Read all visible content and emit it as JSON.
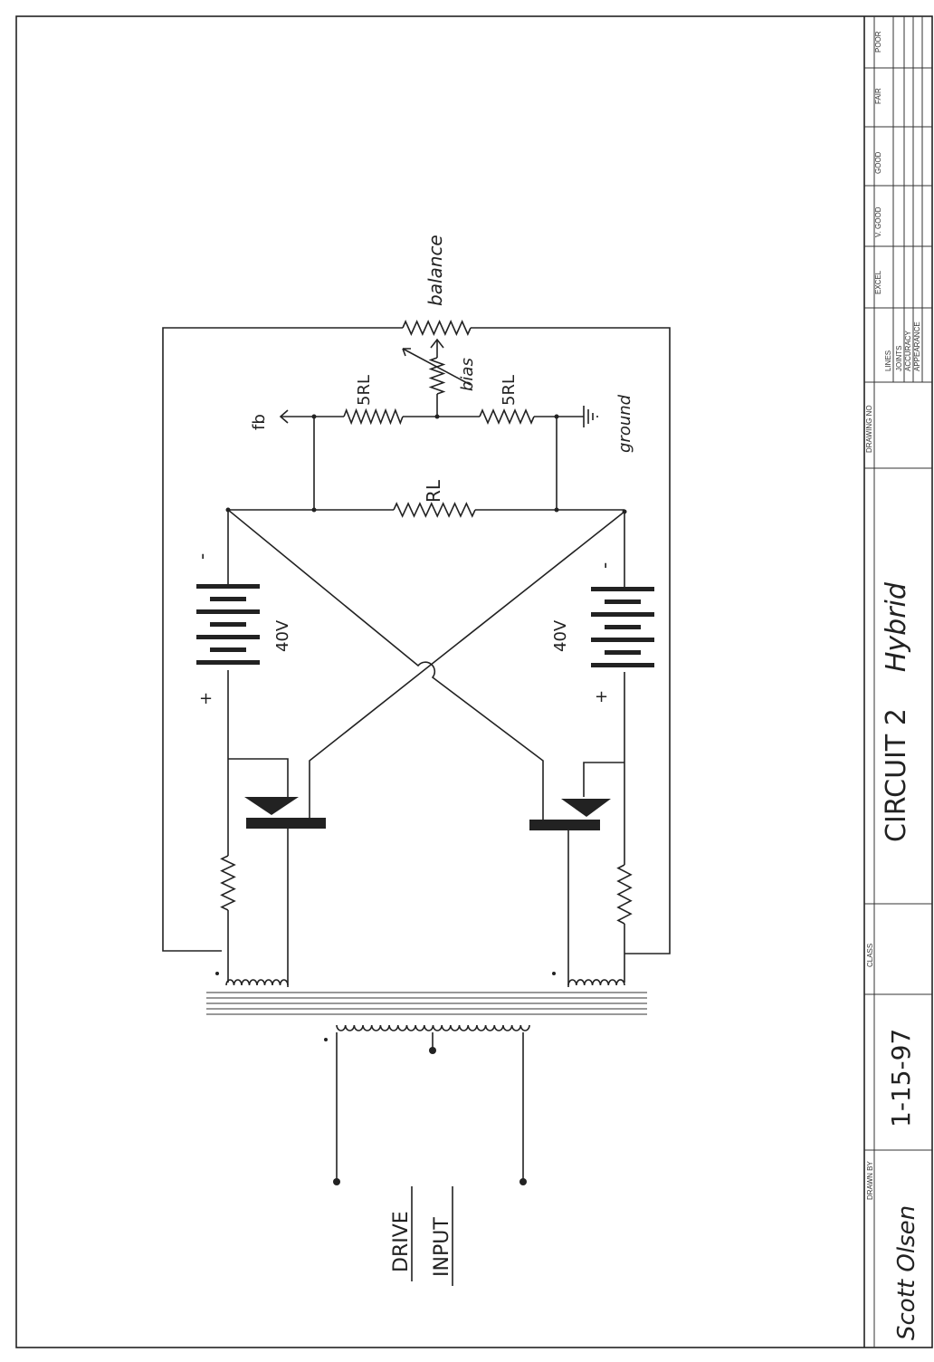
{
  "title_block": {
    "drawing_no_label": "DRAWING NO",
    "criteria": [
      "LINES",
      "JOINTS",
      "ACCURACY",
      "APPEARANCE"
    ],
    "grades": [
      "EXCEL",
      "V. GOOD",
      "GOOD",
      "FAIR",
      "POOR"
    ],
    "class_label": "CLASS",
    "drawn_by_label": "DRAWN BY",
    "title": "CIRCUIT 2",
    "subtitle": "Hybrid",
    "date": "1-15-97",
    "signature": "Scott Olsen"
  },
  "circuit": {
    "balance_label": "balance",
    "bias_label": "bias",
    "resistor_5rl_left": "5RL",
    "resistor_5rl_right": "5RL",
    "fb_label": "fb",
    "ground_label": "ground",
    "load_resistor_label": "RL",
    "battery_left_voltage": "40V",
    "battery_right_voltage": "40V",
    "minus_sign": "-",
    "plus_sign": "+",
    "drive_label": "DRIVE",
    "input_label": "INPUT"
  }
}
